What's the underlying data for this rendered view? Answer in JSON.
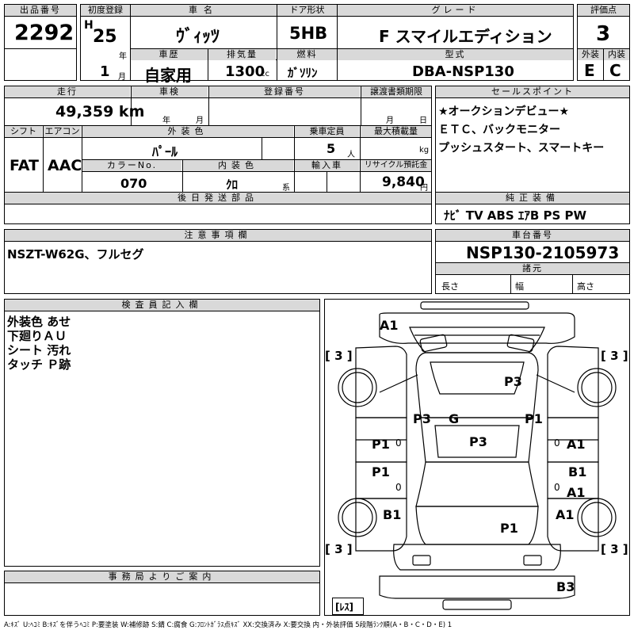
{
  "header": {
    "lot_label": "出品番号",
    "lot": "2292",
    "first_reg_label": "初度登録",
    "era": "H",
    "year": "25",
    "year_unit": "年",
    "month": "1",
    "month_unit": "月",
    "car_name_label": "車名",
    "car_name": "ｳﾞｨｯﾂ",
    "door_label": "ドア形状",
    "door": "5HB",
    "grade_label": "グレード",
    "grade": "F スマイルエディション",
    "score_label": "評価点",
    "score": "3",
    "history_label": "車歴",
    "history": "自家用",
    "displacement_label": "排気量",
    "displacement": "1300",
    "displacement_unit": "cc",
    "fuel_label": "燃料",
    "fuel": "ｶﾞｿﾘﾝ",
    "model_label": "型式",
    "model": "DBA-NSP130",
    "exterior_label": "外装",
    "exterior": "E",
    "interior_label": "内装",
    "interior": "C"
  },
  "row2": {
    "mileage_label": "走行",
    "mileage": "49,359 km",
    "inspection_label": "車検",
    "insp_year_unit": "年",
    "insp_month_unit": "月",
    "reg_no_label": "登録番号",
    "transfer_label": "譲渡書類期限",
    "transfer_month_unit": "月",
    "transfer_day_unit": "日",
    "shift_label": "シフト",
    "shift": "FAT",
    "ac_label": "エアコン",
    "ac": "AAC",
    "color_label": "外装色",
    "color": "ﾊﾟｰﾙ",
    "capacity_label": "乗車定員",
    "capacity": "5",
    "capacity_unit": "人",
    "load_label": "最大積載量",
    "load_unit": "kg",
    "color_no_label": "カラーNo.",
    "color_no": "070",
    "int_color_label": "内装色",
    "int_color": "ｸﾛ",
    "int_color_unit": "系",
    "import_label": "輸入車",
    "recycle_label": "リサイクル預託金",
    "recycle": "9,840",
    "recycle_unit": "円",
    "later_parts_label": "後日発送部品"
  },
  "sales": {
    "label": "セールスポイント",
    "lines": [
      "★オークションデビュー★",
      "ＥＴＣ、バックモニター",
      "プッシュスタート、スマートキー"
    ]
  },
  "equipment": {
    "label": "純正装備",
    "value": "ﾅﾋﾞ TV ABS ｴｱB PS PW"
  },
  "notes": {
    "label": "注意事項欄",
    "value": "NSZT-W62G、フルセグ"
  },
  "chassis": {
    "label": "車台番号",
    "value": "NSP130-2105973",
    "dims_label": "諸元",
    "length": "長さ",
    "width": "幅",
    "height": "高さ"
  },
  "inspector": {
    "label": "検査員記入欄",
    "lines": [
      "外装色 あせ",
      "下廻りＡＵ",
      "シート 汚れ",
      "タッチ Ｐ跡"
    ]
  },
  "office": {
    "label": "事務局よりご案内"
  },
  "diagram": {
    "markers": [
      "A1",
      "P3",
      "P3",
      "G",
      "P1",
      "P3",
      "P1",
      "A1",
      "P1",
      "B1",
      "A1",
      "B1",
      "A1",
      "P1",
      "B3"
    ],
    "tires": [
      "[ 3 ]",
      "[ 3 ]",
      "[ 3 ]",
      "[ 3 ]"
    ],
    "zeros": [
      "0",
      "0",
      "0",
      "0"
    ],
    "less": "[ﾚｽ]"
  },
  "legend": "A:ｷｽﾞ U:ﾍｺﾐ B:ｷｽﾞを伴うﾍｺﾐ P:要塗装 W:補修跡 S:錆 C:腐食 G:ﾌﾛﾝﾄｶﾞﾗｽ点ｷｽﾞ XX:交換済み X:要交換 内・外装評価 5段階ﾗﾝｸ順(A・B・C・D・E) 1"
}
